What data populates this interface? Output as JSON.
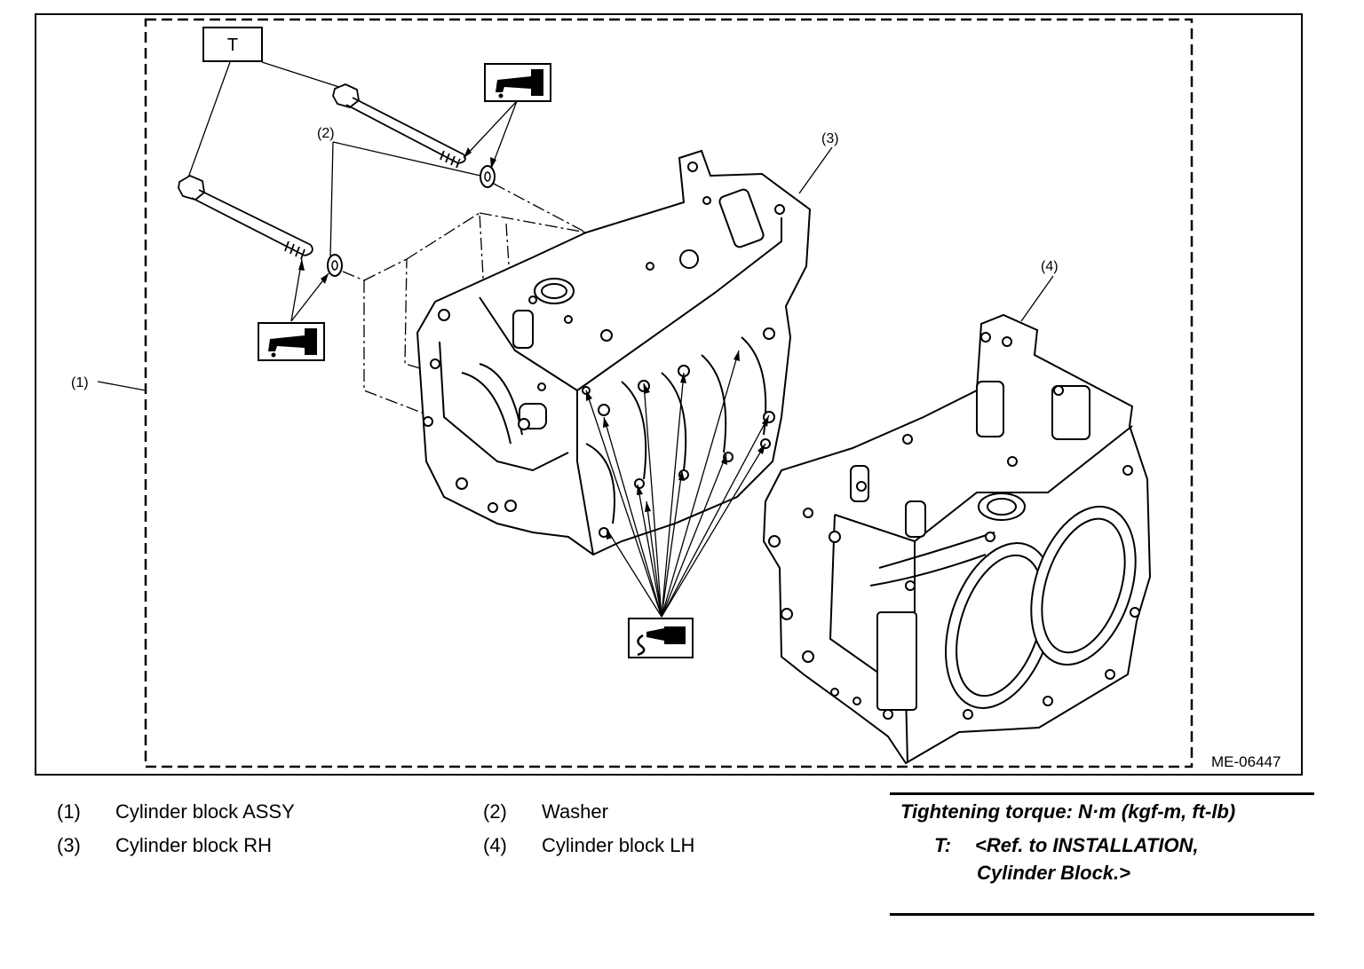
{
  "figure": {
    "id_code": "ME-06447",
    "tightening_symbol": "T",
    "callouts": [
      "(1)",
      "(2)",
      "(3)",
      "(4)"
    ],
    "icons": [
      "oil-can-icon",
      "oil-can-icon",
      "liquid-gasket-icon"
    ]
  },
  "legend": [
    {
      "num": "(1)",
      "label": "Cylinder block ASSY"
    },
    {
      "num": "(2)",
      "label": "Washer"
    },
    {
      "num": "(3)",
      "label": "Cylinder block RH"
    },
    {
      "num": "(4)",
      "label": "Cylinder block LH"
    }
  ],
  "torque": {
    "heading": "Tightening torque: N·m (kgf-m, ft-lb)",
    "code": "T:",
    "ref_line1": "<Ref. to INSTALLATION,",
    "ref_line2": "Cylinder Block.>"
  }
}
